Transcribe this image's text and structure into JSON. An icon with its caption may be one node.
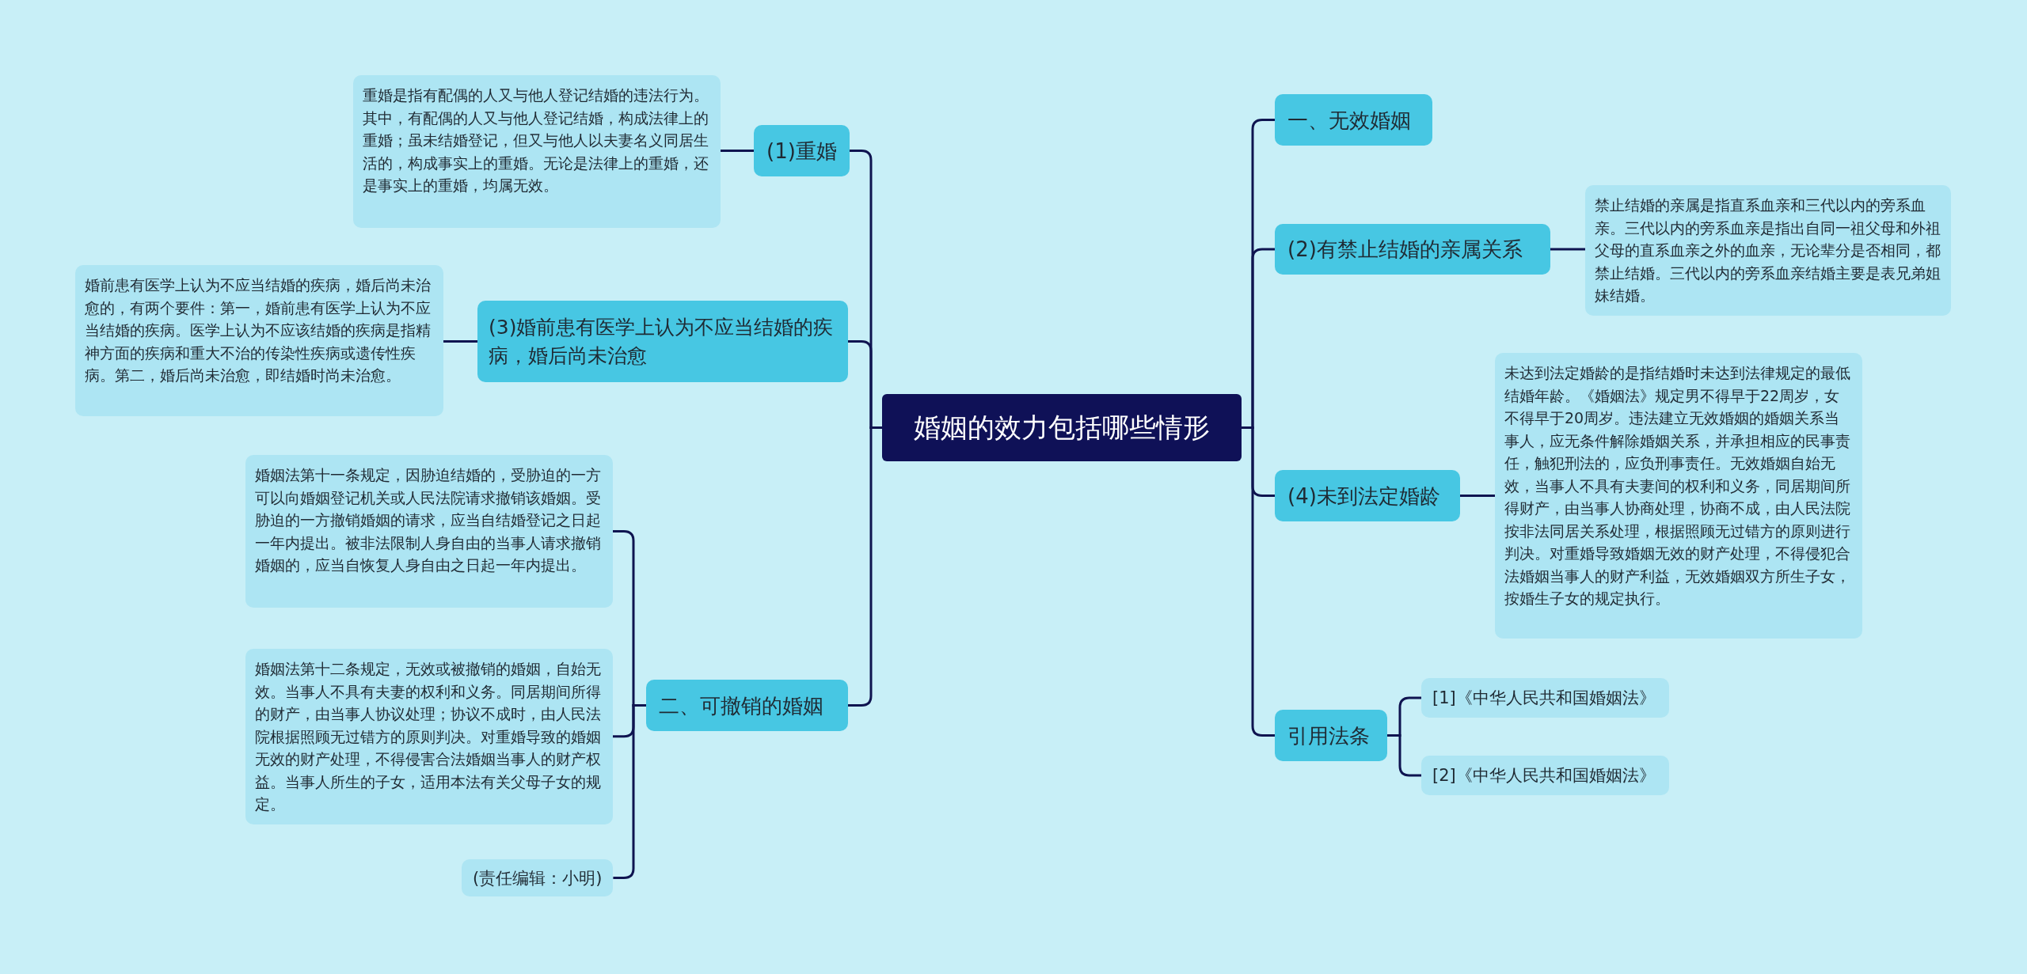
{
  "diagram": {
    "nodes": [
      {
        "text": [
          "婚姻的效力包括哪些情形"
        ]
      },
      {
        "text": [
          "(1)重婚"
        ]
      },
      {
        "text": [
          "重婚是指有配偶的人又与他人登记结婚的违法行为。其中，有配偶的人又与他人登记结婚，构成法律上的重婚；虽未结婚登记，但又与他人以夫妻名义同居生活的，构成事实上的重婚。无论是法律上的重婚，还是事实上的重婚，均属无效。"
        ]
      },
      {
        "text": [
          "(3)婚前患有医学上认为不应当结婚的疾病，婚后尚未治愈"
        ]
      },
      {
        "text": [
          "婚前患有医学上认为不应当结婚的疾病，婚后尚未治愈的，有两个要件：第一，婚前患有医学上认为不应当结婚的疾病。医学上认为不应该结婚的疾病是指精神方面的疾病和重大不治的传染性疾病或遗传性疾病。第二，婚后尚未治愈，即结婚时尚未治愈。"
        ]
      },
      {
        "text": [
          "二、可撤销的婚姻"
        ]
      },
      {
        "text": [
          "婚姻法第十一条规定，因胁迫结婚的，受胁迫的一方可以向婚姻登记机关或人民法院请求撤销该婚姻。受胁迫的一方撤销婚姻的请求，应当自结婚登记之日起一年内提出。被非法限制人身自由的当事人请求撤销婚姻的，应当自恢复人身自由之日起一年内提出。"
        ]
      },
      {
        "text": [
          "婚姻法第十二条规定，无效或被撤销的婚姻，自始无效。当事人不具有夫妻的权利和义务。同居期间所得的财产，由当事人协议处理；协议不成时，由人民法院根据照顾无过错方的原则判决。对重婚导致的婚姻无效的财产处理，不得侵害合法婚姻当事人的财产权益。当事人所生的子女，适用本法有关父母子女的规定。"
        ]
      },
      {
        "text": [
          "(责任编辑：小明)"
        ]
      },
      {
        "text": [
          "一、无效婚姻"
        ]
      },
      {
        "text": [
          "(2)有禁止结婚的亲属关系"
        ]
      },
      {
        "text": [
          "禁止结婚的亲属是指直系血亲和三代以内的旁系血亲。三代以内的旁系血亲是指出自同一祖父母和外祖父母的直系血亲之外的血亲，无论辈分是否相同，都禁止结婚。三代以内的旁系血亲结婚主要是表兄弟姐妹结婚。"
        ]
      },
      {
        "text": [
          "(4)未到法定婚龄"
        ]
      },
      {
        "text": [
          "未达到法定婚龄的是指结婚时未达到法律规定的最低结婚年龄。《婚姻法》规定男不得早于22周岁，女不得早于20周岁。违法建立无效婚姻的婚姻关系当事人，应无条件解除婚姻关系，并承担相应的民事责任，触犯刑法的，应负刑事责任。无效婚姻自始无效，当事人不具有夫妻间的权利和义务，同居期间所得财产，由当事人协商处理，协商不成，由人民法院按非法同居关系处理，根据照顾无过错方的原则进行判决。对重婚导致婚姻无效的财产处理，不得侵犯合法婚姻当事人的财产利益，无效婚姻双方所生子女，按婚生子女的规定执行。"
        ]
      },
      {
        "text": [
          "引用法条"
        ]
      },
      {
        "text": [
          "[1]《中华人民共和国婚姻法》"
        ]
      },
      {
        "text": [
          "[2]《中华人民共和国婚姻法》"
        ]
      }
    ],
    "edges": [
      {
        "from": 0,
        "to": 1,
        "arrow": "none"
      },
      {
        "from": 0,
        "to": 3,
        "arrow": "none"
      },
      {
        "from": 0,
        "to": 5,
        "arrow": "none"
      },
      {
        "from": 1,
        "to": 2,
        "arrow": "none"
      },
      {
        "from": 3,
        "to": 4,
        "arrow": "none"
      },
      {
        "from": 5,
        "to": 6,
        "arrow": "none"
      },
      {
        "from": 5,
        "to": 7,
        "arrow": "none"
      },
      {
        "from": 5,
        "to": 8,
        "arrow": "none"
      },
      {
        "from": 0,
        "to": 9,
        "arrow": "none"
      },
      {
        "from": 0,
        "to": 10,
        "arrow": "none"
      },
      {
        "from": 0,
        "to": 12,
        "arrow": "none"
      },
      {
        "from": 0,
        "to": 14,
        "arrow": "none"
      },
      {
        "from": 10,
        "to": 11,
        "arrow": "none"
      },
      {
        "from": 12,
        "to": 13,
        "arrow": "none"
      },
      {
        "from": 14,
        "to": 15,
        "arrow": "none"
      },
      {
        "from": 14,
        "to": 16,
        "arrow": "none"
      }
    ]
  }
}
